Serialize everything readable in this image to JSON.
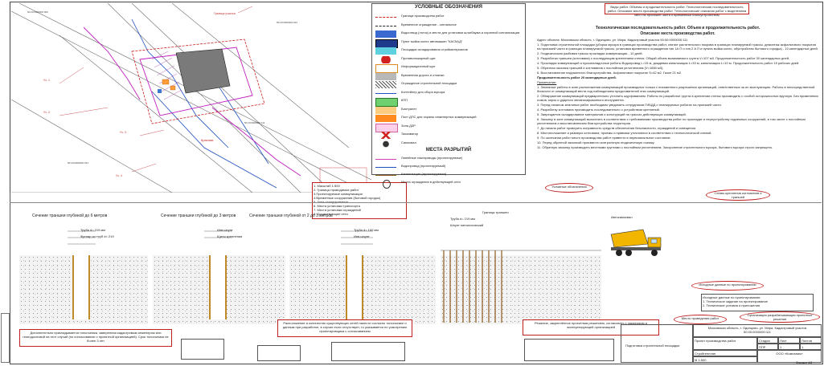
{
  "legend": {
    "title": "УСЛОВНЫЕ ОБОЗНАЧЕНИЯ",
    "items": [
      {
        "label": "Граница производства работ",
        "swatch": "red-dash"
      },
      {
        "label": "Временное ограждение - сигнальное",
        "swatch": "black-dash"
      },
      {
        "label": "Водоотвод (лоток) и места для установки шлагбаума и охранной сигнализации",
        "swatch": "blue"
      },
      {
        "label": "Пункт мойки колес автомашин \"КАСКАД\"",
        "swatch": "blue-box"
      },
      {
        "label": "Площадка складирования стройматериалов",
        "swatch": "cyan"
      },
      {
        "label": "Противопожарный щит",
        "swatch": "red-dot"
      },
      {
        "label": "Информационный щит",
        "swatch": "orange-box"
      },
      {
        "label": "Временная дорога и стоянки",
        "swatch": "gray"
      },
      {
        "label": "Ограждение строительной площадки",
        "swatch": "hatch"
      },
      {
        "label": "Контейнер для сбора мусора",
        "swatch": "blue-line"
      },
      {
        "label": "КПП",
        "swatch": "green-box"
      },
      {
        "label": "Биотуалет",
        "swatch": "orange"
      },
      {
        "label": "Пост ДПС для охраны инженерных коммуникаций",
        "swatch": "orange-fill"
      },
      {
        "label": "Зона ДЗР",
        "swatch": "pink"
      },
      {
        "label": "Экскаватор",
        "swatch": "cross"
      },
      {
        "label": "Самосвал",
        "swatch": "dot"
      }
    ],
    "subtitle": "МЕСТА РАЗРЫТИЙ",
    "items2": [
      {
        "label": "Линейные газопроводы (проектируемые)",
        "swatch": "pink-line"
      },
      {
        "label": "Водопровод (проектируемый)",
        "swatch": "blue-line"
      },
      {
        "label": "Канализация (проектируемая)",
        "swatch": "brown-line"
      },
      {
        "label": "Места ограждения в действующей сети",
        "swatch": "circle"
      }
    ]
  },
  "plan_labels": {
    "red_line": "Граница землеотвода",
    "marker": "Красная"
  },
  "notes": {
    "header_box": "Виды работ. Объемы и продолжительность работ. Технологическая последовательность работ. Описание места производства работ. Технологические описания работ с выделением мест на проезжей части и временным благоустройством",
    "title1": "Технологическая последовательность работ. Объем и продолжительность работ.",
    "title2": "Описание места производства работ.",
    "address": "Адрес объекта: Московская область, г. Одинцово, ул. Мира. Кадастровый участок 50:00:0000000:111",
    "lines": [
      "1. Подготовка строительной площадки (уборка мусора в границах производства работ, снятие растительного покрова в границах планируемой трассы, демонтаж асфальтового покрытия на проезжей части в границах планируемой трассы, установка временного ограждения тип 1А П и тип 2 А П и пункта мойки колес, обустройство бытового городка) - 10 календарных дней.",
      "2. Геодезическая разбивка трассы прокладки коммуникации - 10 дней.",
      "3. Разработка траншеи (котлована) с последующим креплением стенок. Общий объем вынимаемого грунта V=107 м3. Продолжительность работ 30 календарных дней.",
      "4. Прокладка коммуникаций и пусконаладочные работы Водопровод L=15 м, дождевая канализация L=33 м, канализация L=10 м. Продолжительность работ 15 рабочих дней.",
      "5. Обратная засыпка траншей и котлованов с послойным уплотнением (V=1850 м3).",
      "6. Восстановление нарушенного благоустройства. Асфальтовое покрытие S=42 м2. Газон 21 м2.",
      "Продолжительность работ 20 календарных дней."
    ],
    "remark_title": "Примечание:",
    "remarks": [
      "1. Земляные работы в зоне расположения коммуникаций производятся только с письменного разрешения организаций, ответственных за их эксплуатацию. Работы в непосредственной близости от коммуникаций вести под наблюдением представителей этих коммуникаций.",
      "2. Обнаружение коммуникаций предварительно уточнить шурфованием. Работы по разработке грунта в креплении стенок производить с особой осторожностью вручную. Без применения ломов, кирок и ударного механизированного инструмента.",
      "3. Перед началом земляных работ необходимо уведомить сотрудников ГИБДД о планируемых работах на проезжей части.",
      "4. Разработку котлована производить последовательно с устройством креплений.",
      "5. Запрещается складирование материалов и конструкций на трассах действующих коммуникаций.",
      "6. Засыпку в зоне коммуникаций выполнять в соответствии с требованиями производства работ по прокладке и переустройству подземных сооружений, в том числе с послойным уплотнением и восстановлением благоустройства территории.",
      "7. До начала работ проверить исправность средств обеспечения безопасности, ограждений и освещения.",
      "8. Местоположение и размеры котлована, проемы и привязки уточняются в соответствии с технологической схемой.",
      "9. По окончании работ место производства работ привести в первоначальное состояние.",
      "10. Перед обратной засыпкой произвести контрольную геодезическую съемку.",
      "11. Обратную засыпку производить местными грунтами с послойным уплотнением. Захоронение строительного мусора, бытового мусора строго запрещено."
    ]
  },
  "scheme_list": {
    "items": [
      "1. Масштаб 1:500",
      "2. Границы проводимых работ",
      "3.Проектируемые коммуникации",
      "4.Временные сооружения (бытовой городок)",
      "5. Зона складирования",
      "6. Места установки транспорта",
      "7. Места установки ограждений",
      "8. Существующие сети"
    ]
  },
  "callouts": {
    "legend_note": "Условные обозначения",
    "schema_note": "Схемы крепления котлованов и траншей",
    "initial_data": "Исходные данные по проектированию",
    "initial_list": [
      "Исходные данные по проектированию:",
      "1. Техническое задание на проектирование",
      "2. Технические условия и приложения"
    ],
    "place_note": "Место проведения работ",
    "org_note": "Организация разрабатывающая проектные решения",
    "bottom_left": "Дополнительно прикладывается топосъемка, заверенная кадастровым инженером или геоподосновой на этот случай (по согласованию с проектной организацией). Срок топосъемки не более 3 лет",
    "bottom_mid": "Расположение и количество существующих сетей нанести согласно топосъемке и данным при разработке, в случае если отсутствует, то указывается по усмотрению проектировщика с согласованием",
    "bottom_right": "Решение, закреплённое проектным решением, согласовать с заказчиком и эксплуатирующей организацией"
  },
  "sections": [
    {
      "title": "Сечение траншеи глубиной до 6 метров",
      "pipe": "Труба d= 219 мм",
      "casing": "Футляр из труб d= 219"
    },
    {
      "title": "Сечение траншеи глубиной до 3 метров",
      "pipe": "Инв.шпунт",
      "casing": "Щиты крепления"
    },
    {
      "title": "Сечение траншеи глубиной от 2 до 3 метров",
      "pipe": "Труба d= 160 мм",
      "casing": "Инв.шпунт"
    },
    {
      "title": "Крепление шпунтом",
      "pipe": "Труба d= 219 мм",
      "casing": "Шпунт металлический"
    }
  ],
  "truck_label": "Автосамосвал",
  "excavator_label": "Граница траншеи",
  "title_block": {
    "address": "Московская область, г. Одинцово, ул. Мира. Кадастровый участок 50:00:0000000:111",
    "project": "Проект производства работ",
    "stage": "Стадия",
    "stage_val": "ППР",
    "sheet": "Лист",
    "sheets": "Листов",
    "sheet_val": "1",
    "scale_label": "Стройгенплан",
    "scale": "М 1:500",
    "company": "ООО «Компания»",
    "doc_name": "Подготовка строительной площадки",
    "format": "Формат А3"
  }
}
